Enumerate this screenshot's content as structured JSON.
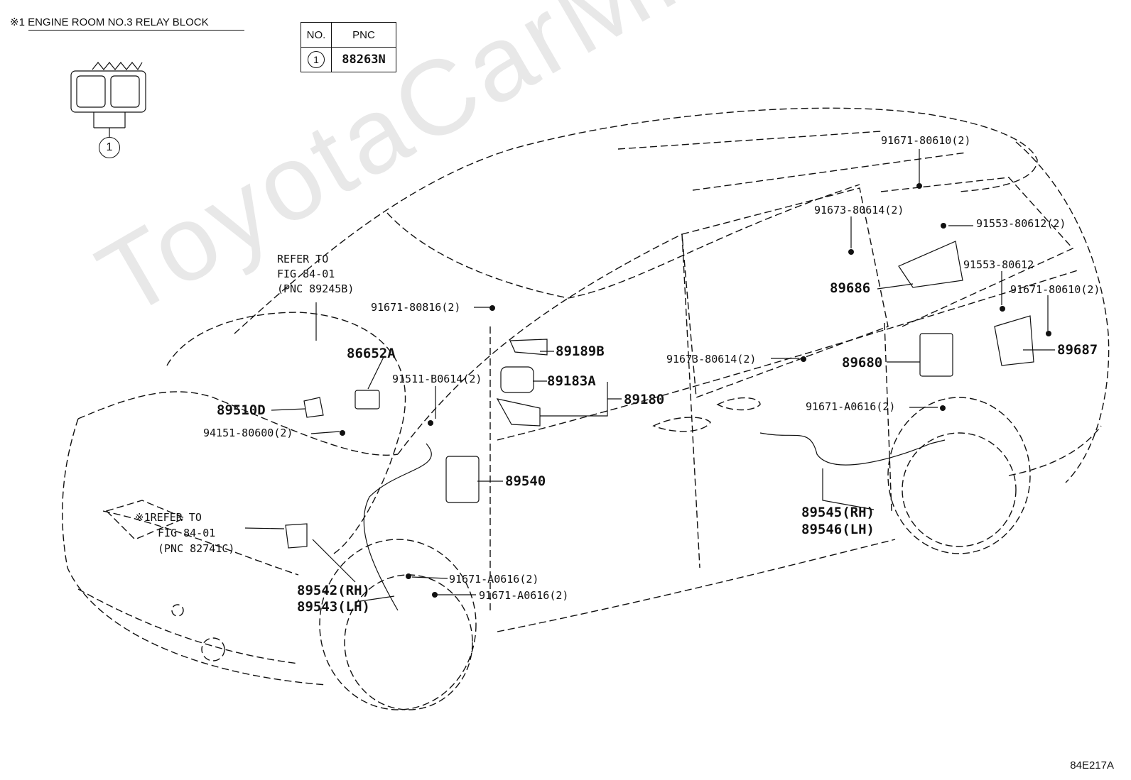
{
  "header": {
    "title": "※1 ENGINE ROOM NO.3 RELAY BLOCK"
  },
  "pnc_table": {
    "col_no": "NO.",
    "col_pnc": "PNC",
    "row_no": "1",
    "row_pnc": "88263N"
  },
  "relay_callout": "1",
  "refer_top": {
    "line1": "REFER TO",
    "line2": "FIG 84-01",
    "line3": "(PNC 89245B)"
  },
  "refer_bottom": {
    "line1": "※1REFER TO",
    "line2": "FIG 84-01",
    "line3": "(PNC 82741C)"
  },
  "parts": {
    "p86652A": "86652A",
    "p89510D": "89510D",
    "p94151": "94151-80600(2)",
    "p91671_80816": "91671-80816(2)",
    "p89189B": "89189B",
    "p91511": "91511-B0614(2)",
    "p89183A": "89183A",
    "p89180": "89180",
    "p89540": "89540",
    "p89542": "89542(RH)",
    "p89543": "89543(LH)",
    "p91671_a0616_1": "91671-A0616(2)",
    "p91671_a0616_2": "91671-A0616(2)",
    "p91671_80610_top": "91671-80610(2)",
    "p91673_80614_top": "91673-80614(2)",
    "p91553_80612_2": "91553-80612(2)",
    "p89686": "89686",
    "p91553_80612": "91553-80612",
    "p91671_80610_right": "91671-80610(2)",
    "p91673_80614_mid": "91673-80614(2)",
    "p89680": "89680",
    "p89687": "89687",
    "p91671_a0616_rear": "91671-A0616(2)",
    "p89545": "89545(RH)",
    "p89546": "89546(LH)"
  },
  "watermark": "ToyotaCarMinfo.ru",
  "figure_code": "84E217A"
}
